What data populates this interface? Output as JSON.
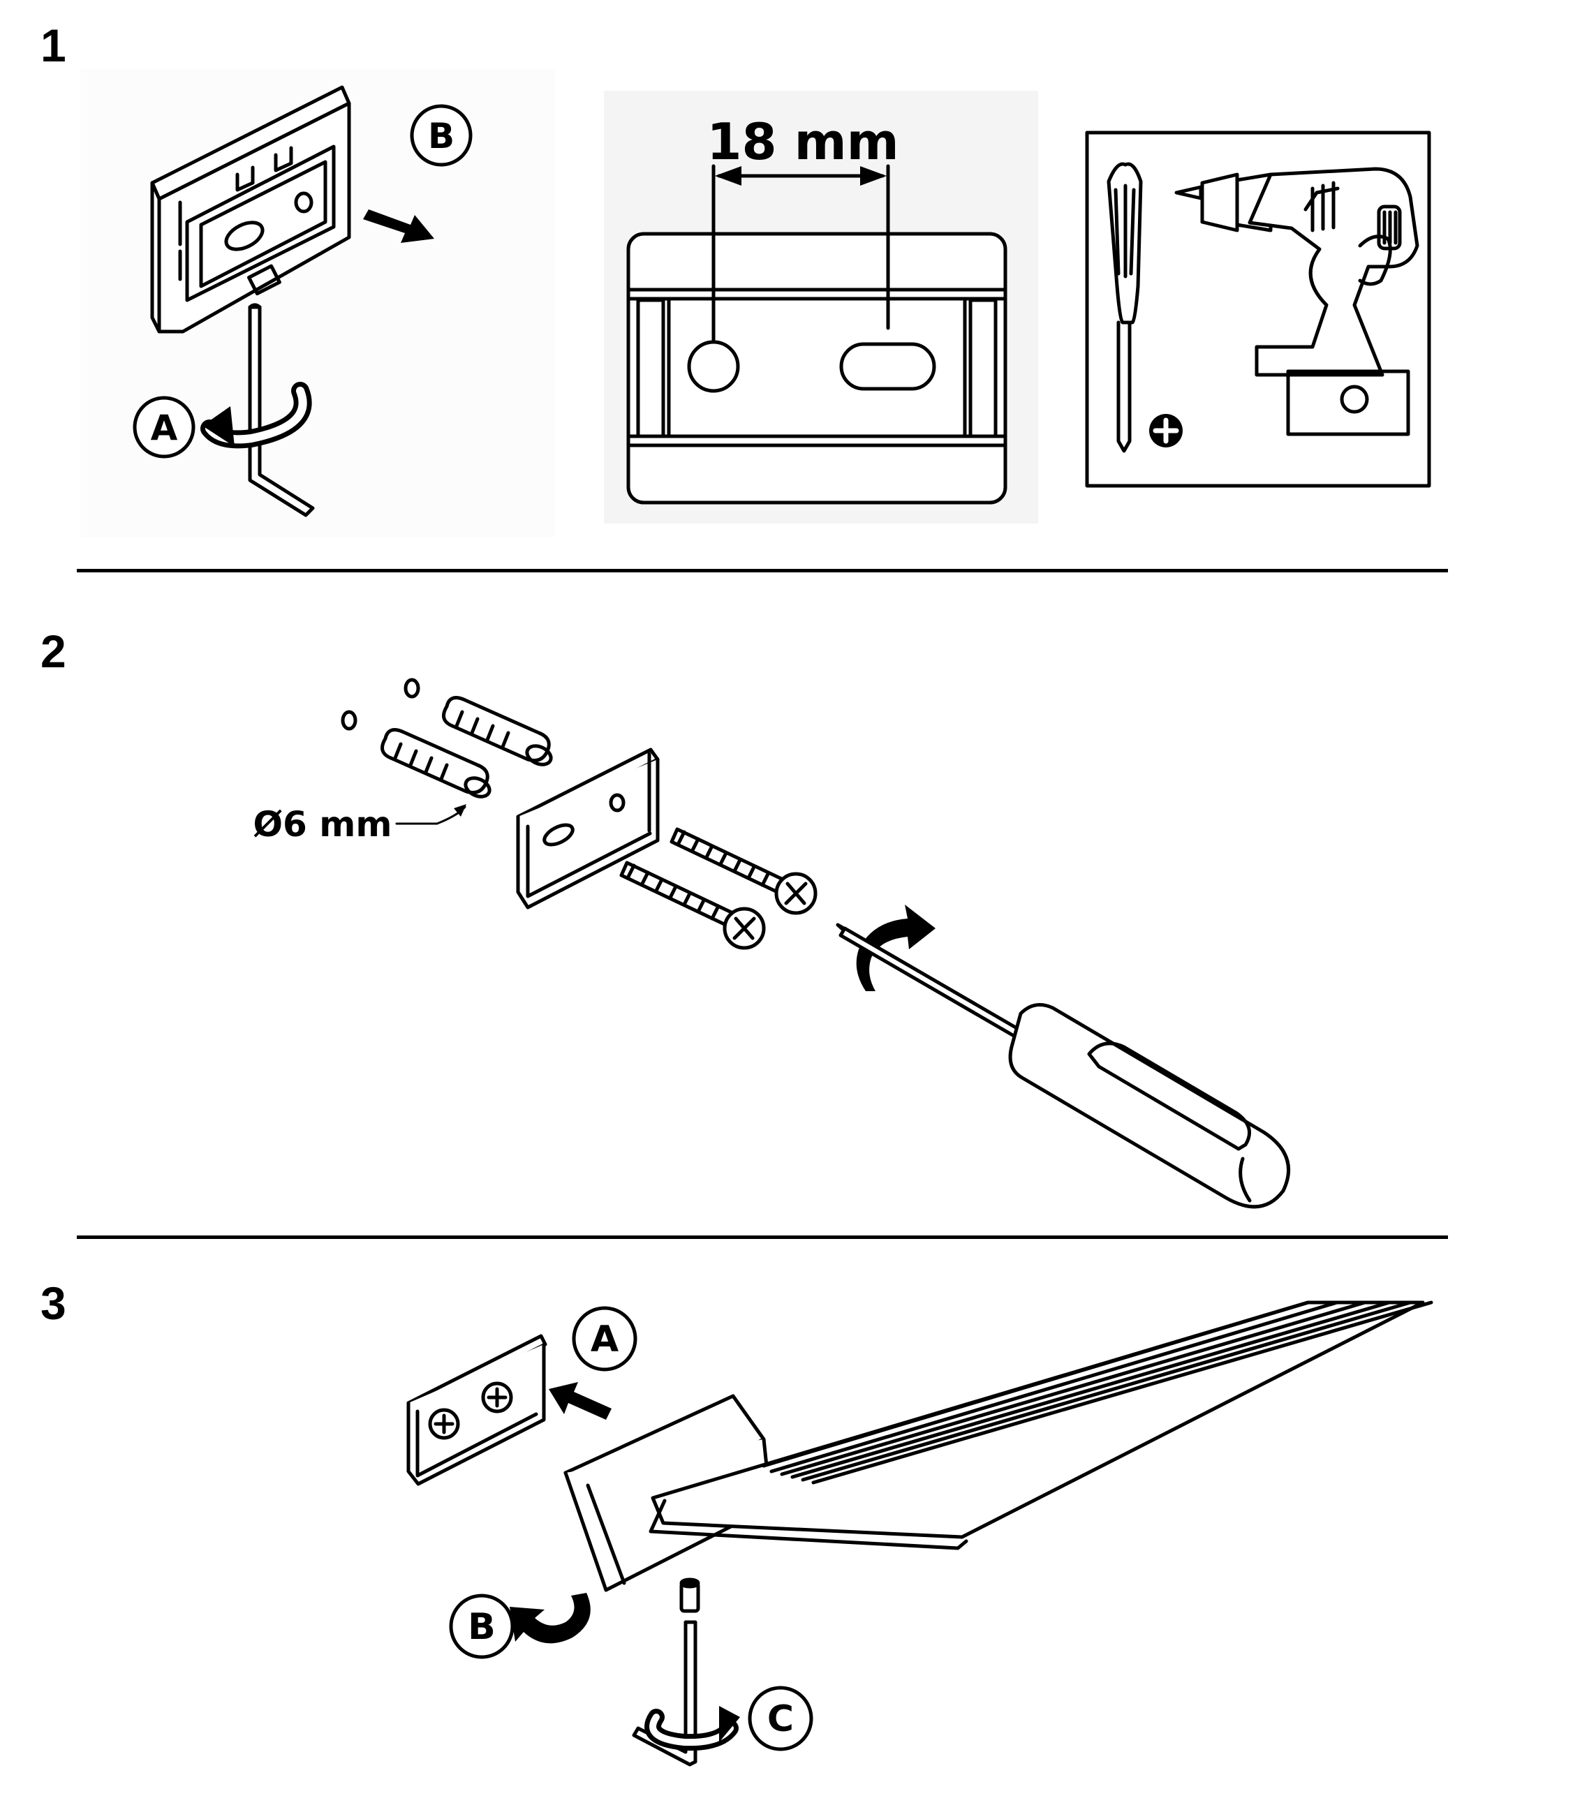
{
  "steps": [
    {
      "number": "1"
    },
    {
      "number": "2"
    },
    {
      "number": "3"
    }
  ],
  "step1": {
    "label_a": "A",
    "label_b": "B",
    "dimension": "18 mm"
  },
  "step2": {
    "dimension": "Ø6 mm"
  },
  "step3": {
    "label_a": "A",
    "label_b": "B",
    "label_c": "C"
  },
  "colors": {
    "line": "#000000",
    "panel_bg": "#fcfcfc",
    "detail_bg": "#f4f4f4"
  },
  "icons": [
    "allen-key-icon",
    "screwdriver-icon",
    "power-drill-icon",
    "phillips-plus-icon",
    "rotate-arrow-icon",
    "direction-arrow-icon"
  ]
}
